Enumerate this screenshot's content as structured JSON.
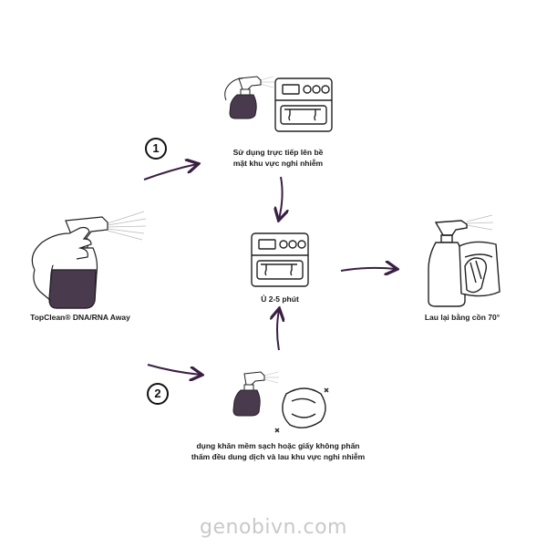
{
  "steps": {
    "source": {
      "label": "TopClean® DNA/RNA Away"
    },
    "step1": {
      "number": "1",
      "line1": "Sử dụng trực tiếp lên bề",
      "line2": "mặt khu vực nghi nhiễm"
    },
    "incubate": {
      "label": "Ủ 2-5 phút"
    },
    "step2": {
      "number": "2",
      "line1": "dụng khăn mềm sạch hoặc giấy không phấn",
      "line2": "thấm đều dung dịch và lau khu vực nghi nhiễm"
    },
    "final": {
      "label": "Lau lại bằng cồn 70°"
    }
  },
  "watermark": "genobivn.com",
  "colors": {
    "arrow": "#3a1f45",
    "liquid": "#4a3a4e",
    "stroke": "#222222"
  },
  "icons": [
    "spray-bottle-icon",
    "lab-oven-icon",
    "cloth-icon",
    "wipe-hand-icon"
  ]
}
